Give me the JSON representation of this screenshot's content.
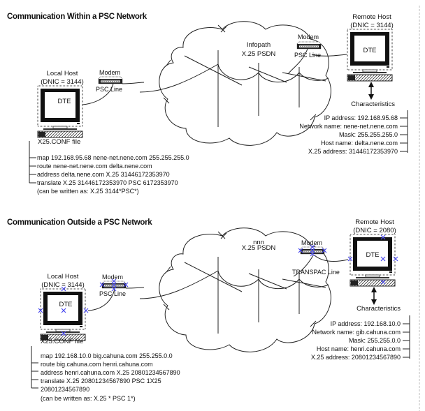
{
  "page_border_right": "dashed-gray",
  "diagrams": [
    {
      "title": "Communication Within a PSC Network",
      "network": {
        "name": "Infopath",
        "type": "X.25 PSDN"
      },
      "local_host": {
        "label": "Local Host",
        "dnic": "(DNIC = 3144)",
        "screen": "DTE",
        "file_label": "X25.CONF file"
      },
      "local_modem": {
        "label": "Modem",
        "line": "PSC Line"
      },
      "remote_modem": {
        "label": "Modem",
        "line": "PSC Line"
      },
      "remote_host": {
        "label": "Remote Host",
        "dnic": "(DNIC = 3144)",
        "screen": "DTE"
      },
      "characteristics": {
        "heading": "Characteristics",
        "items": [
          "IP address: 192.168.95.68",
          "Network name: nene-net.nene.com",
          "Mask: 255.255.255.0",
          "Host name: delta.nene.com",
          "X.25 address: 31446172353970"
        ]
      },
      "config_lines": [
        "map 192.168.95.68 nene-net.nene.com 255.255.255.0",
        "route nene-net.nene.com delta.nene.com",
        "address delta.nene.com X.25 31446172353970",
        "translate X.25 31446172353970 PSC 6172353970",
        "(can be written as: X.25 3144*PSC*)"
      ]
    },
    {
      "title": "Communication Outside a PSC Network",
      "network": {
        "name": "nnn",
        "type": "X.25 PSDN"
      },
      "local_host": {
        "label": "Local Host",
        "dnic": "(DNIC = 3144)",
        "screen": "DTE",
        "file_label": "X25.CONF file"
      },
      "local_modem": {
        "label": "Modem",
        "line": "PSC Line"
      },
      "remote_modem": {
        "label": "Modem",
        "line": "TRANSPAC Line"
      },
      "remote_host": {
        "label": "Remote Host",
        "dnic": "(DNIC = 2080)",
        "screen": "DTE"
      },
      "characteristics": {
        "heading": "Characteristics",
        "items": [
          "IP address: 192.168.10.0",
          "Network name: gib.cahuna.com",
          "Mask: 255.255.0.0",
          "Host name: henri.cahuna.com",
          "X.25 address: 20801234567890"
        ]
      },
      "config_lines": [
        "map 192.168.10.0 big.cahuna.com 255.255.0.0",
        "route big.cahuna.com henri.cahuna.com",
        "address henri.cahuna.com X.25 20801234567890",
        "translate X.25 20801234567890 PSC 1X25",
        "20801234567890",
        "(can be written as: X.25 * PSC 1*)"
      ]
    }
  ]
}
